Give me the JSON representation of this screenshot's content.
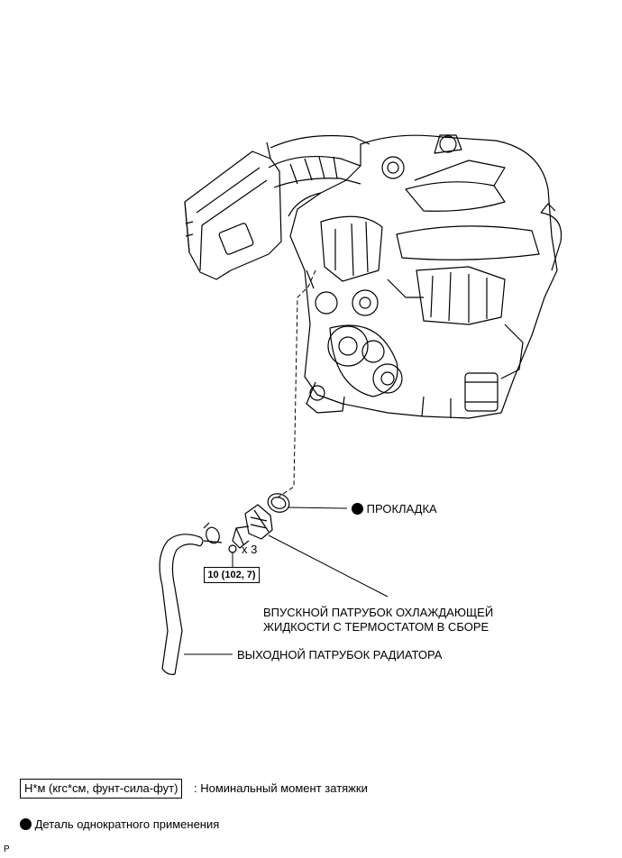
{
  "labels": {
    "gasket": "ПРОКЛАДКА",
    "inlet_line1": "ВПУСКНОЙ ПАТРУБОК ОХЛАЖДАЮЩЕЙ",
    "inlet_line2": "ЖИДКОСТИ С ТЕРМОСТАТОМ В СБОРЕ",
    "radiator_hose": "ВЫХОДНОЙ ПАТРУБОК РАДИАТОРА",
    "bolt_qty": "x 3",
    "torque": "10 (102, 7)"
  },
  "legend": {
    "torque_units": "Н*м (кгс*см, фунт-сила-фут)",
    "torque_desc": ": Номинальный момент затяжки",
    "non_reusable": "Деталь однократного применения"
  },
  "corner_mark": "P"
}
